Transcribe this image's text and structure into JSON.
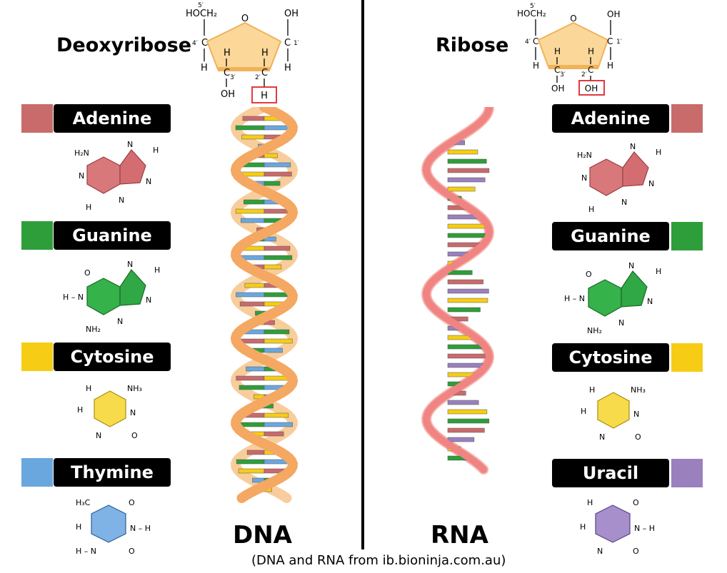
{
  "left": {
    "sugar": "Deoxyribose",
    "sugar_c2_substituent": "H",
    "strand": "DNA",
    "bases": [
      {
        "name": "Adenine",
        "color": "#c96b6b"
      },
      {
        "name": "Guanine",
        "color": "#2e9e3a"
      },
      {
        "name": "Cytosine",
        "color": "#f6cd14"
      },
      {
        "name": "Thymine",
        "color": "#6aa7df"
      }
    ]
  },
  "right": {
    "sugar": "Ribose",
    "sugar_c2_substituent": "OH",
    "strand": "RNA",
    "bases": [
      {
        "name": "Adenine",
        "color": "#c96b6b"
      },
      {
        "name": "Guanine",
        "color": "#2e9e3a"
      },
      {
        "name": "Cytosine",
        "color": "#f6cd14"
      },
      {
        "name": "Uracil",
        "color": "#9a80bd"
      }
    ]
  },
  "sugar_atoms": {
    "hoch2": "HOCH₂",
    "o": "O",
    "oh": "OH",
    "h": "H",
    "c": "C",
    "p1": "1′",
    "p2": "2′",
    "p3": "3′",
    "p4": "4′",
    "p5": "5′"
  },
  "structure_atoms": {
    "h2n": "H₂N",
    "nh2": "NH₂",
    "nh3": "NH₃",
    "h3c": "H₃C",
    "n": "N",
    "h": "H",
    "o": "O",
    "h_n": "H – N",
    "n_h": "N – H"
  },
  "colors": {
    "sugar_fill": "#fcd79a",
    "dna_backbone": "#f4a861",
    "dna_backbone_back": "#f8cd9c",
    "rna_backbone": "#f08483",
    "rna_backbone_back": "#f6b3ac"
  },
  "credit": "(DNA and RNA from ib.bioninja.com.au)"
}
